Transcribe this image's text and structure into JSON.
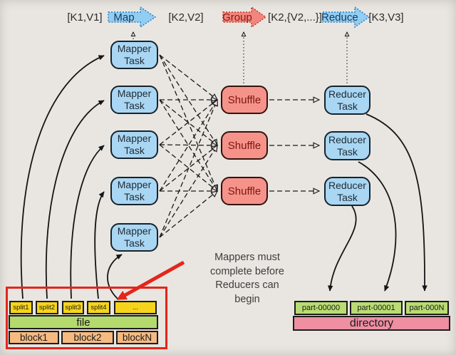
{
  "pipeline": {
    "k1v1": "[K1,V1]",
    "map_label": "Map",
    "k2v2": "[K2,V2]",
    "group_label": "Group",
    "k2v2_set": "[K2,{V2,...}]",
    "reduce_label": "Reduce",
    "k3v3": "[K3,V3]"
  },
  "mappers": [
    {
      "title": "Mapper",
      "subtitle": "Task"
    },
    {
      "title": "Mapper",
      "subtitle": "Task"
    },
    {
      "title": "Mapper",
      "subtitle": "Task"
    },
    {
      "title": "Mapper",
      "subtitle": "Task"
    },
    {
      "title": "Mapper",
      "subtitle": "Task"
    }
  ],
  "shuffles": [
    "Shuffle",
    "Shuffle",
    "Shuffle"
  ],
  "reducers": [
    {
      "title": "Reducer",
      "subtitle": "Task"
    },
    {
      "title": "Reducer",
      "subtitle": "Task"
    },
    {
      "title": "Reducer",
      "subtitle": "Task"
    }
  ],
  "note": {
    "line1": "Mappers must",
    "line2": "complete before",
    "line3": "Reducers can",
    "line4": "begin"
  },
  "input_storage": {
    "splits": [
      "split1",
      "split2",
      "split3",
      "split4",
      "..."
    ],
    "file_label": "file",
    "blocks": [
      "block1",
      "block2",
      "blockN"
    ]
  },
  "output_storage": {
    "parts": [
      "part-00000",
      "part-00001",
      "part-000N"
    ],
    "directory_label": "directory"
  },
  "colors": {
    "background": "#e9e6e1",
    "task_fill": "#a9d6f3",
    "shuffle_fill": "#f5938b",
    "map_arrow_fill": "#92cdf2",
    "group_arrow_fill": "#f0867e",
    "split_fill": "#f6d41c",
    "file_fill": "#b4da6e",
    "block_fill": "#f6ba80",
    "part_fill": "#b9dc72",
    "directory_fill": "#ee8fa2",
    "highlight_red": "#e3261c"
  }
}
